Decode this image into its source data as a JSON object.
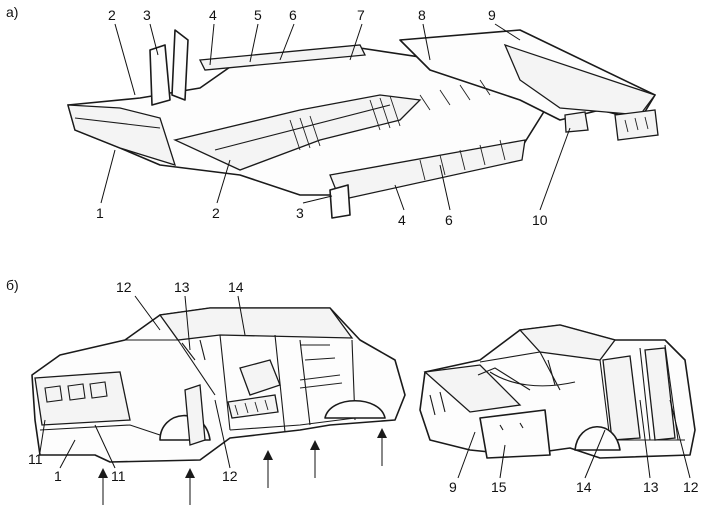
{
  "panel_a": {
    "letter": "а)",
    "callouts": {
      "top": [
        "2",
        "3",
        "4",
        "5",
        "6",
        "7",
        "8",
        "9"
      ],
      "bottom": [
        "1",
        "2",
        "3",
        "4",
        "6",
        "10"
      ]
    }
  },
  "panel_b": {
    "letter": "б)",
    "callouts": {
      "front_car_top": [
        "12",
        "13",
        "14"
      ],
      "front_car_bottom": [
        "11",
        "1",
        "11",
        "12"
      ],
      "rear_car": [
        "9",
        "15",
        "14",
        "13",
        "12"
      ]
    }
  }
}
